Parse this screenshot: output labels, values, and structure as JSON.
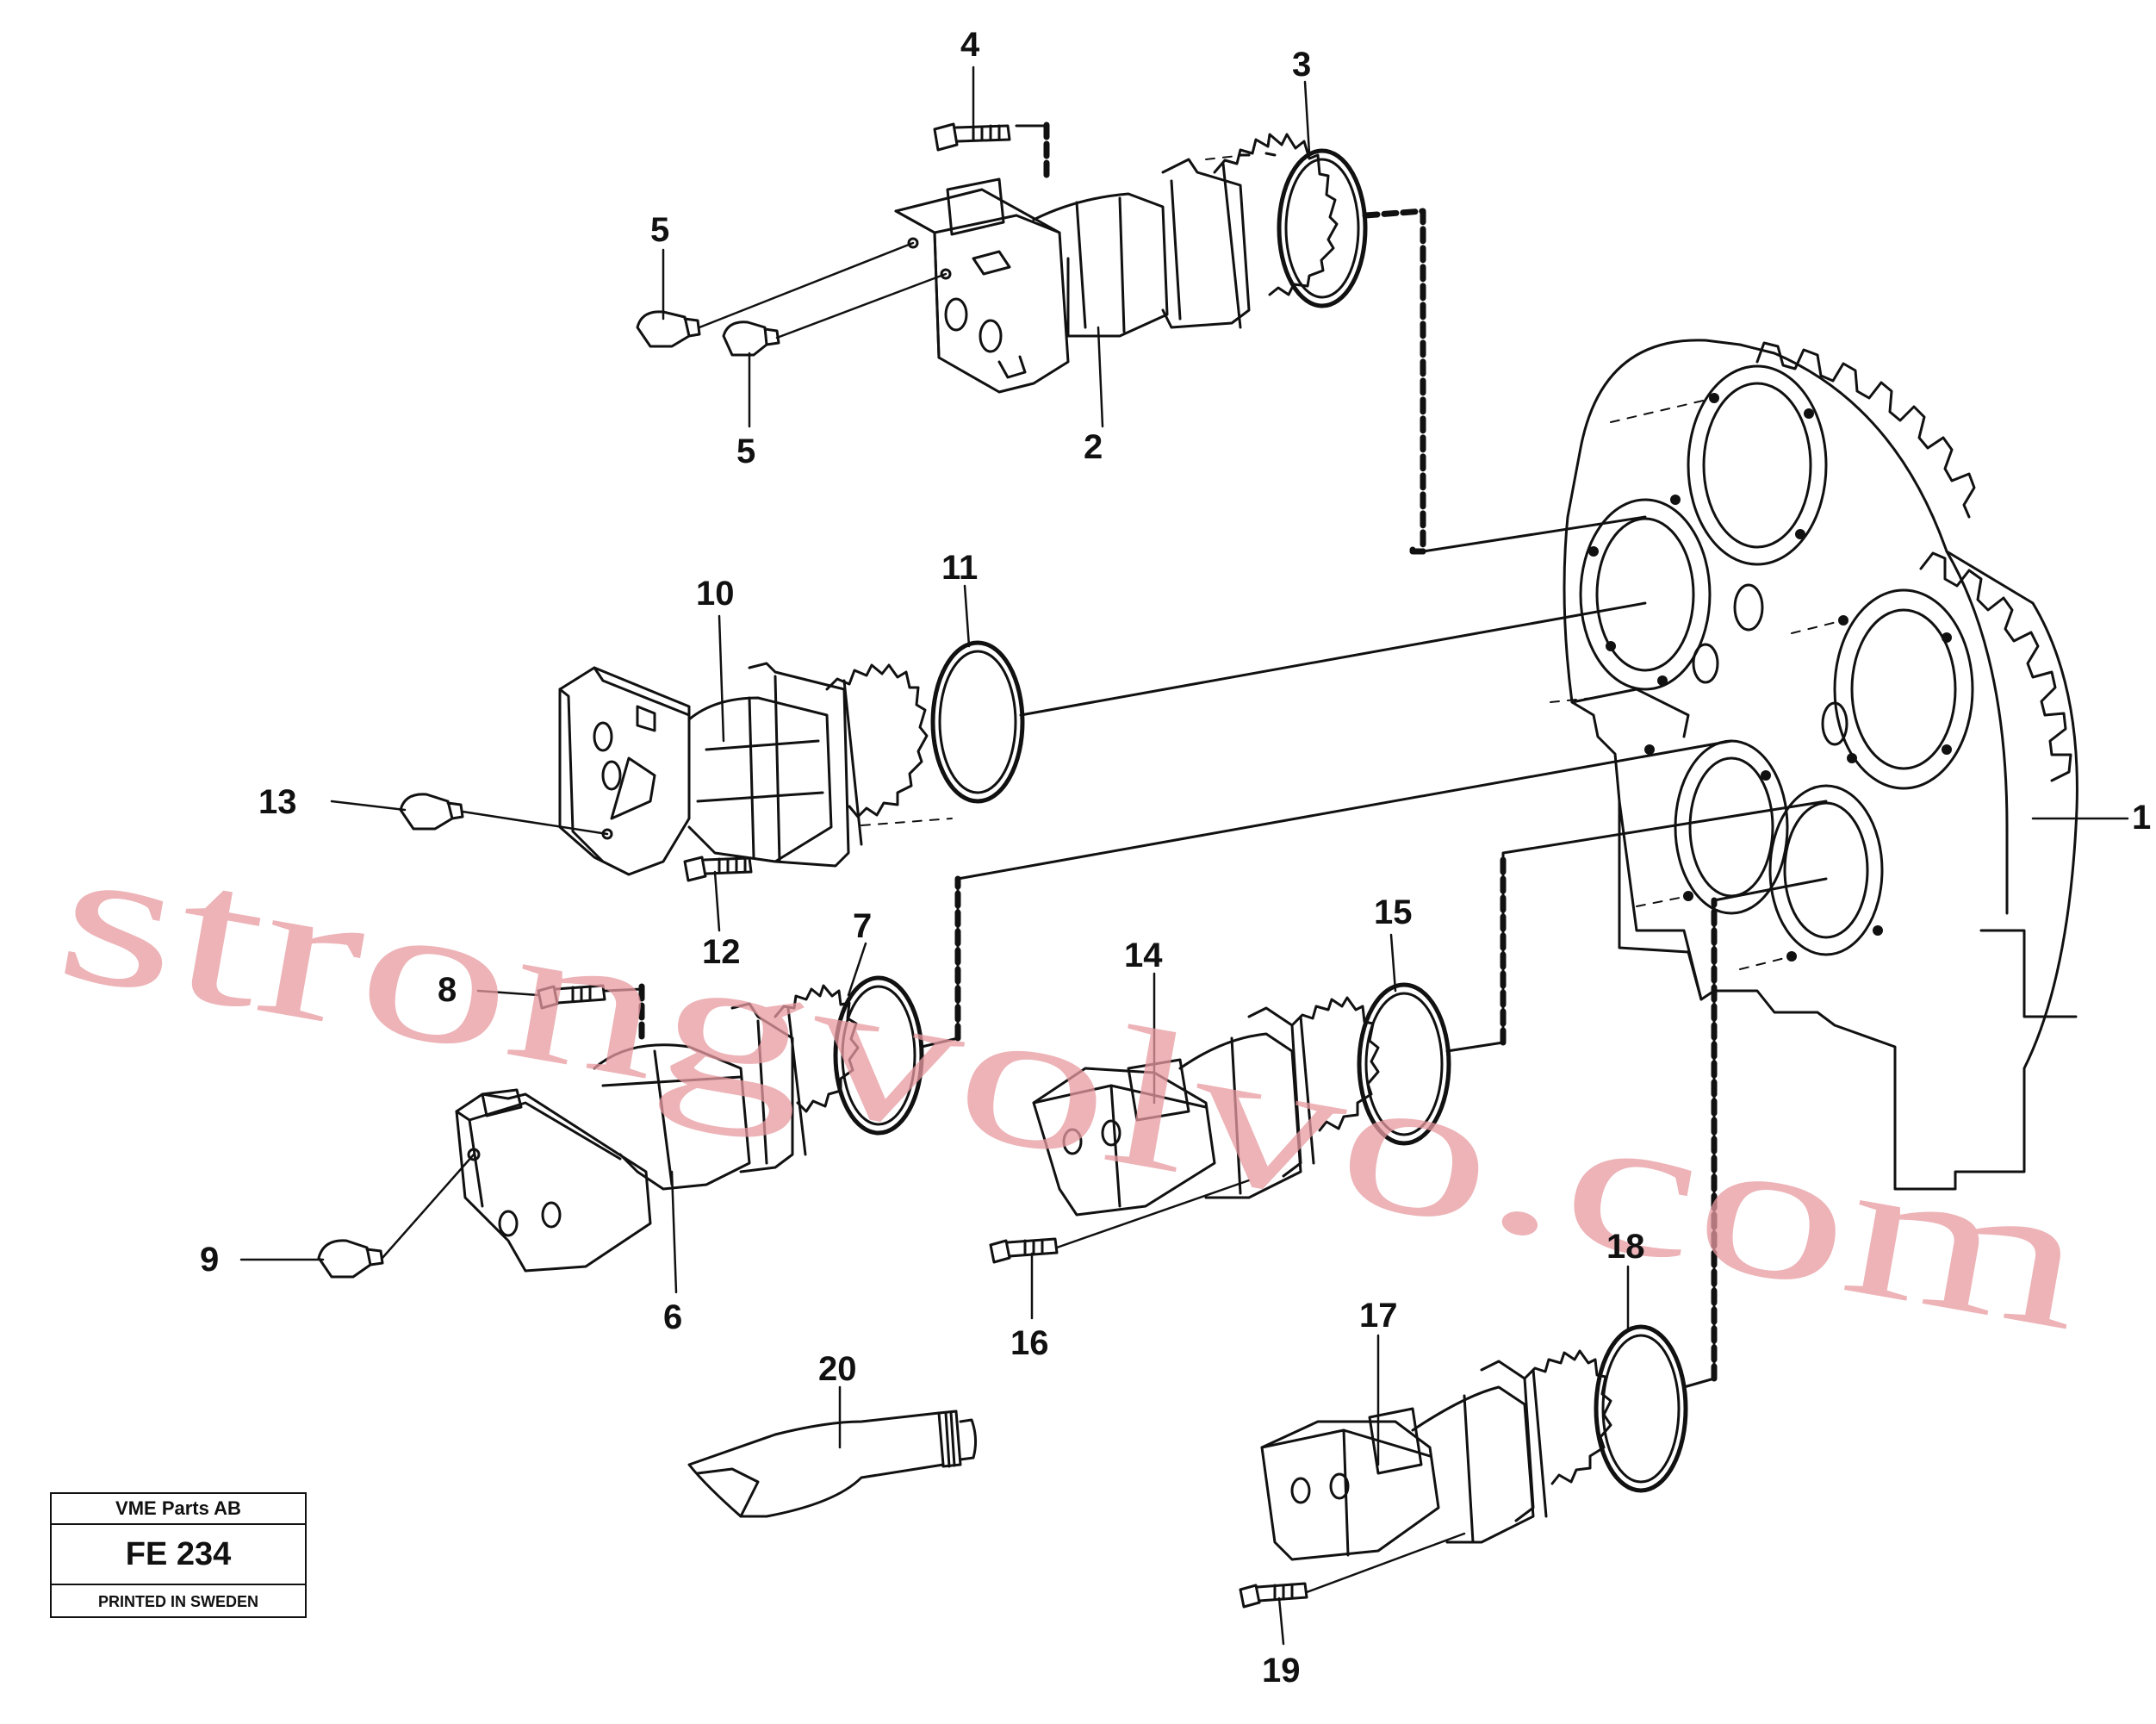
{
  "title_block": {
    "company": "VME Parts AB",
    "figure_code": "FE 234",
    "printed": "PRINTED IN SWEDEN"
  },
  "watermark": "strongvolvo.com",
  "callouts": {
    "c1": "1",
    "c2": "2",
    "c3": "3",
    "c4": "4",
    "c5a": "5",
    "c5b": "5",
    "c6": "6",
    "c7": "7",
    "c8": "8",
    "c9": "9",
    "c10": "10",
    "c11": "11",
    "c12": "12",
    "c13": "13",
    "c14": "14",
    "c15": "15",
    "c16": "16",
    "c17": "17",
    "c18": "18",
    "c19": "19",
    "c20": "20"
  },
  "colors": {
    "line": "#111111",
    "watermark": "#e79aa0"
  }
}
